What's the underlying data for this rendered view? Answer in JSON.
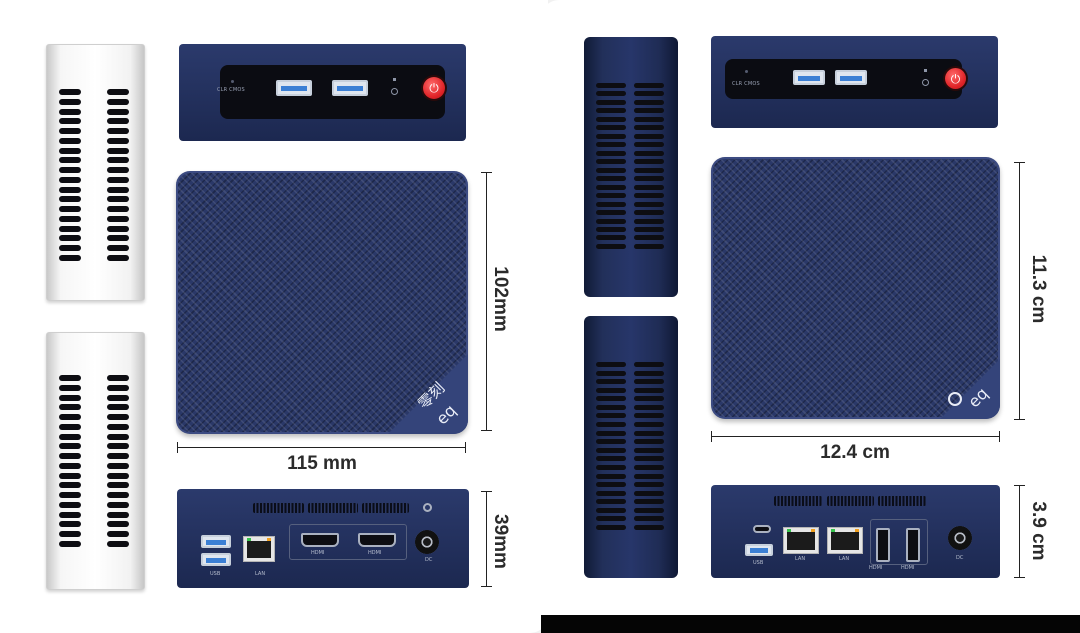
{
  "left_device": {
    "front_labels": {
      "clr_cmos": "CLR CMOS"
    },
    "lid_logo": {
      "brand_cn": "零刻",
      "brand_mark": "eq"
    },
    "rear_labels": {
      "usb": "USB",
      "lan": "LAN",
      "hdmi_1": "HDMI",
      "hdmi_2": "HDMI",
      "dc": "DC"
    },
    "dimensions": {
      "width": "115 mm",
      "depth": "102mm",
      "height": "39mm"
    }
  },
  "right_device": {
    "front_labels": {
      "clr_cmos": "CLR CMOS"
    },
    "lid_logo": {
      "brand_mark": "eq"
    },
    "rear_labels": {
      "usb": "USB",
      "lan_1": "LAN",
      "lan_2": "LAN",
      "hdmi_1": "HDMI",
      "hdmi_2": "HDMI",
      "dc": "DC"
    },
    "dimensions": {
      "width": "12.4 cm",
      "depth": "11.3 cm",
      "height": "3.9 cm"
    }
  },
  "colors": {
    "body_navy": "#27366a",
    "panel_silver": "#f4f4f4",
    "power_red": "#e2262a",
    "usb_blue": "#3b7fd4",
    "lan_led_green": "#35c24a",
    "lan_led_orange": "#f0a020",
    "dimension_text": "#2b2b2b"
  },
  "icons": [
    "power-icon",
    "usb-a-port-icon",
    "audio-jack-icon",
    "hdmi-port-icon",
    "lan-port-icon",
    "dc-jack-icon",
    "usb-c-port-icon",
    "brand-logo-icon"
  ]
}
